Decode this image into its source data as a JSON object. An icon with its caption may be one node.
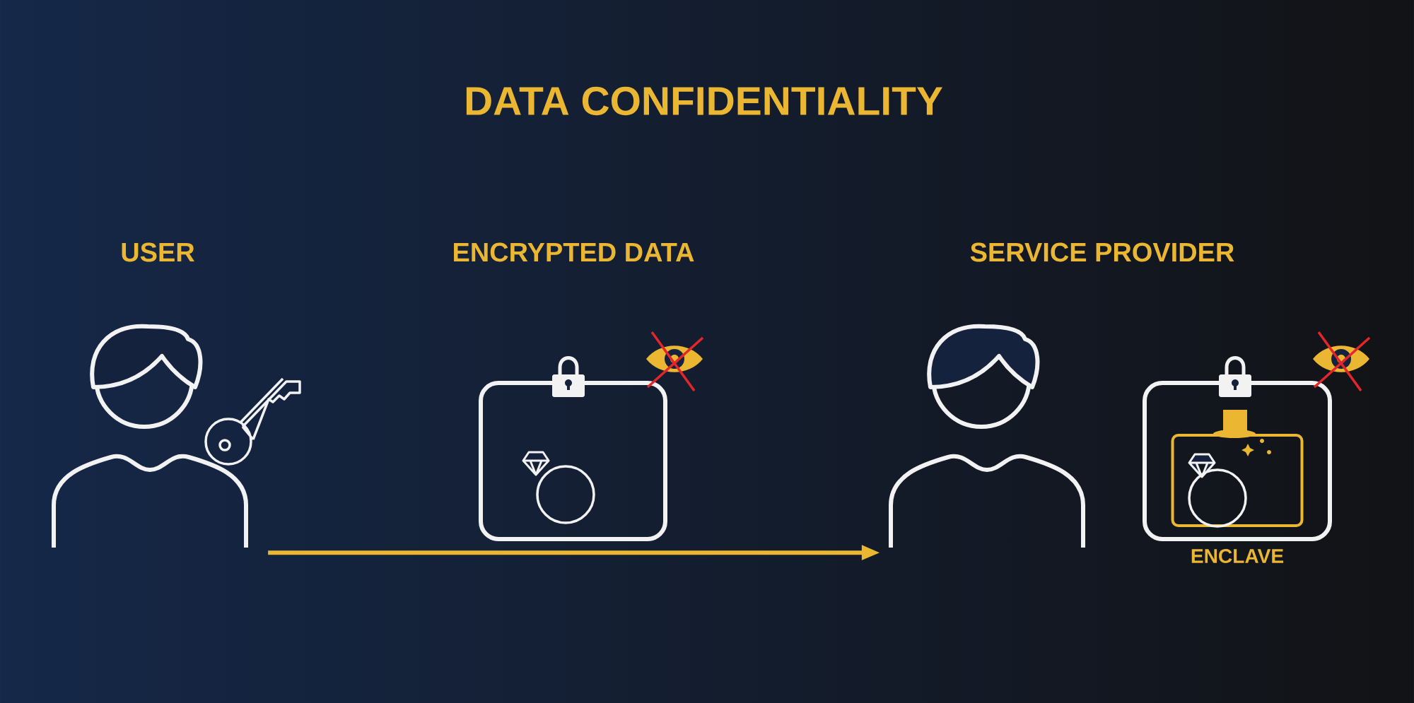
{
  "diagram": {
    "title": "DATA CONFIDENTIALITY",
    "nodes": [
      {
        "text": [],
        "shape": "person"
      },
      {
        "text": [],
        "shape": "box"
      },
      {
        "text": [],
        "shape": "person"
      },
      {
        "text": [],
        "shape": "box"
      },
      {
        "text": [],
        "shape": "box",
        "in": 3,
        "beside": [
          "ENCLAVE"
        ]
      }
    ],
    "edges": [
      {
        "from": 0,
        "to": 2,
        "arrow": "to"
      }
    ],
    "labels": [
      "USER",
      "ENCRYPTED DATA",
      "SERVICE PROVIDER"
    ]
  }
}
